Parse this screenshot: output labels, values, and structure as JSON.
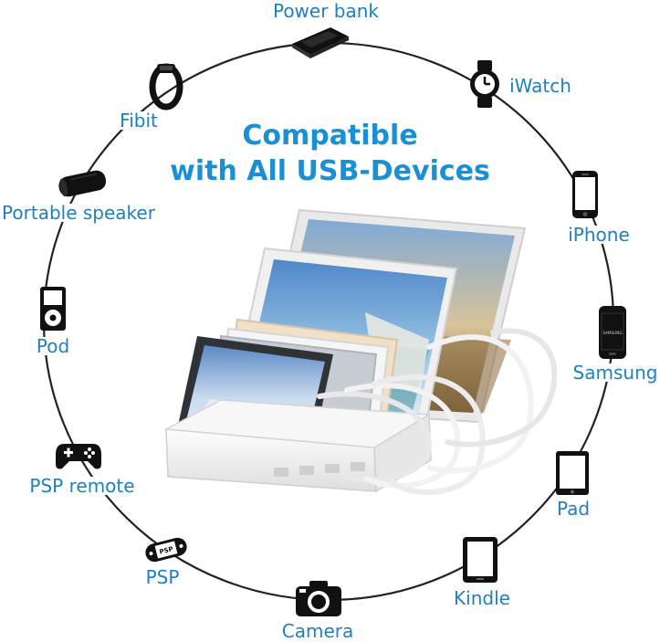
{
  "headline": {
    "line1": "Compatible",
    "line2": "with All USB-Devices"
  },
  "colors": {
    "accent": "#1b8fd4",
    "label": "#1f7fbf",
    "ring": "#222222",
    "dock": "#f2f2f2"
  },
  "devices": [
    {
      "label": "Power bank",
      "icon": "power-bank-icon"
    },
    {
      "label": "iWatch",
      "icon": "watch-icon"
    },
    {
      "label": "iPhone",
      "icon": "phone-icon"
    },
    {
      "label": "Samsung",
      "icon": "samsung-phone-icon"
    },
    {
      "label": "Pad",
      "icon": "tablet-icon"
    },
    {
      "label": "Kindle",
      "icon": "ereader-icon"
    },
    {
      "label": "Camera",
      "icon": "camera-icon"
    },
    {
      "label": "PSP",
      "icon": "handheld-console-icon"
    },
    {
      "label": "PSP remote",
      "icon": "gamepad-icon"
    },
    {
      "label": "Pod",
      "icon": "music-player-icon"
    },
    {
      "label": "Portable speaker",
      "icon": "speaker-icon"
    },
    {
      "label": "Fibit",
      "icon": "fitness-band-icon"
    }
  ],
  "samsung_text": "SAMSUNG",
  "psp_text": "PSP"
}
